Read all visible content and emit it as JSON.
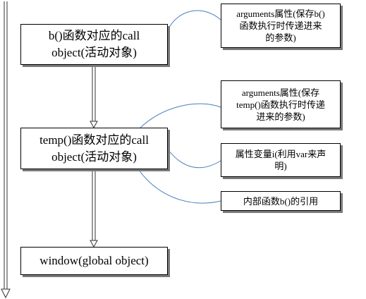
{
  "diagram": {
    "scope_b": {
      "label": "b()函数对应的call\nobject(活动对象)"
    },
    "scope_temp": {
      "label": "temp()函数对应的call\nobject(活动对象)"
    },
    "scope_window": {
      "label": "window(global object)"
    },
    "note_b_arguments": {
      "label": "arguments属性(保存b()\n函数执行时传递进来\n的参数)"
    },
    "note_temp_arguments": {
      "label": "arguments属性(保存\ntemp()函数执行时传递\n进来的参数)"
    },
    "note_temp_var_i": {
      "label": "属性变量i(利用var来声\n明)"
    },
    "note_temp_inner_b": {
      "label": "内部函数b()的引用"
    }
  }
}
